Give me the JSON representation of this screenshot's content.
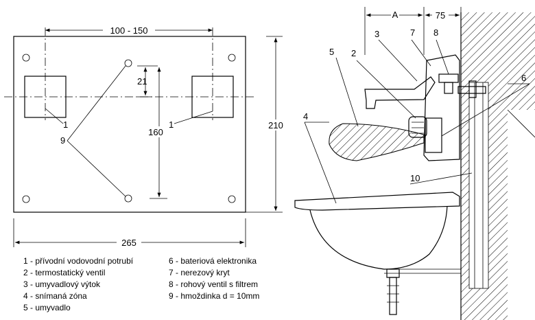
{
  "left_diagram": {
    "dim_top": "100 - 150",
    "dim_height": "210",
    "dim_width": "265",
    "dim_21": "21",
    "dim_160": "160",
    "label_1a": "1",
    "label_1b": "1",
    "label_9": "9"
  },
  "right_diagram": {
    "dim_A": "A",
    "dim_75": "75",
    "labels": [
      "2",
      "3",
      "4",
      "5",
      "6",
      "7",
      "8",
      "10"
    ]
  },
  "legend": {
    "col1": [
      "1 - přívodní vodovodní potrubí",
      "2 - termostatický ventil",
      "3 - umyvadlový výtok",
      "4 - snímaná zóna",
      "5 - umyvadlo"
    ],
    "col2": [
      "6 - bateriová elektronika",
      "7 - nerezový kryt",
      "8 - rohový ventil s filtrem",
      "9 - hmoždinka d = 10mm"
    ]
  }
}
